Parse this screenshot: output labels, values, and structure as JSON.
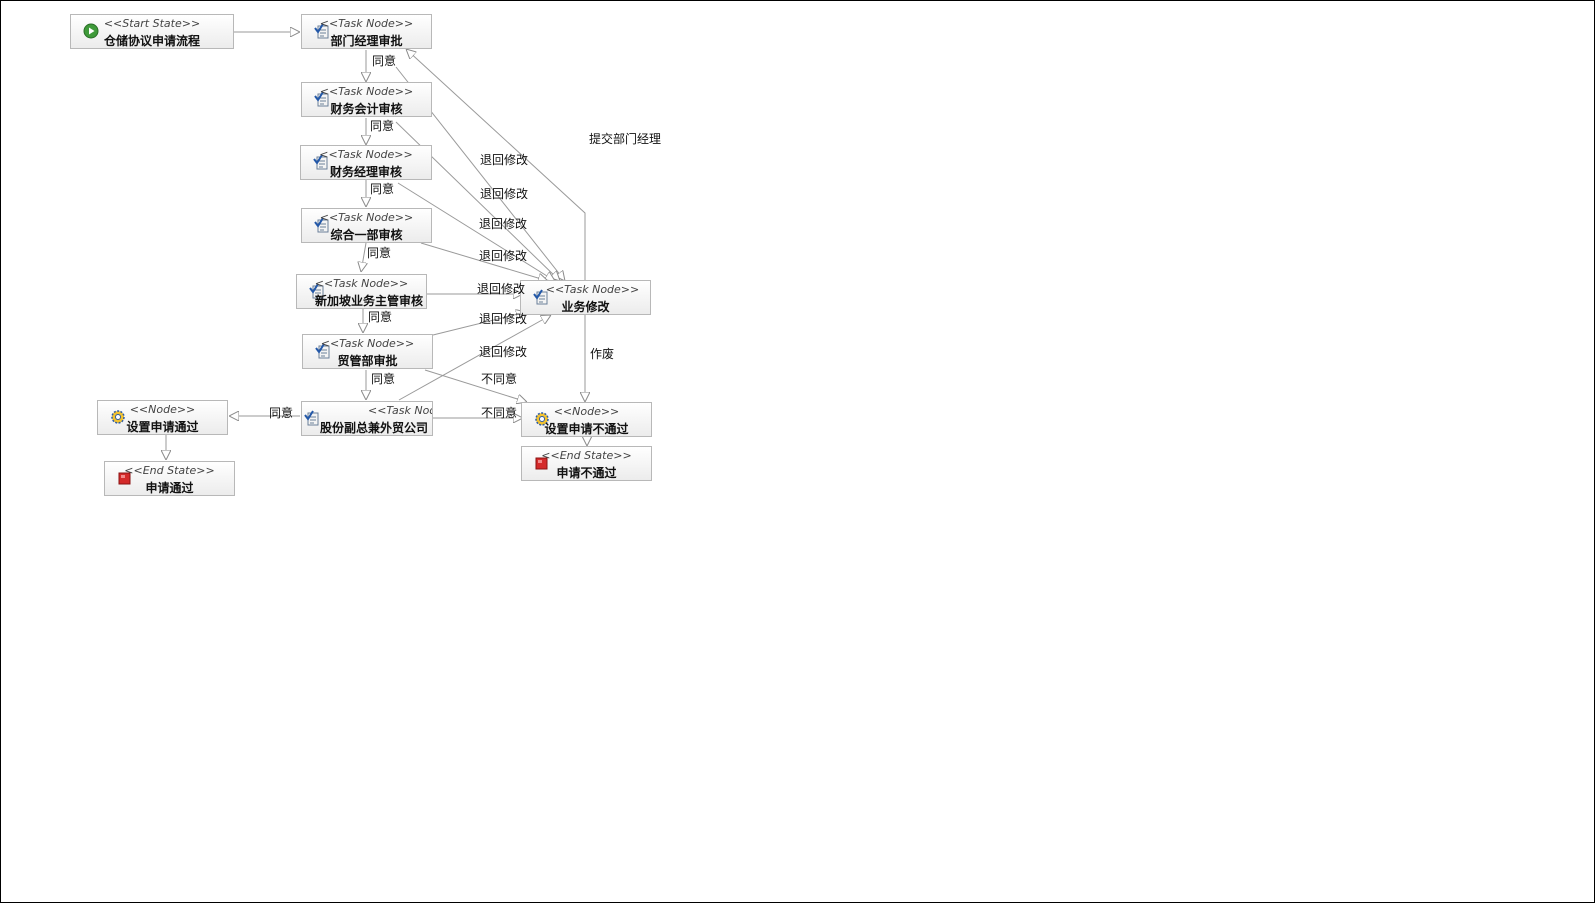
{
  "nodes": {
    "start": {
      "stereotype": "<<Start State>>",
      "name": "仓储协议申请流程"
    },
    "dept_mgr": {
      "stereotype": "<<Task Node>>",
      "name": "部门经理审批"
    },
    "fin_acc": {
      "stereotype": "<<Task Node>>",
      "name": "财务会计审核"
    },
    "fin_mgr": {
      "stereotype": "<<Task Node>>",
      "name": "财务经理审核"
    },
    "general1": {
      "stereotype": "<<Task Node>>",
      "name": "综合一部审核"
    },
    "sg_mgr": {
      "stereotype": "<<Task Node>>",
      "name": "新加坡业务主管审核"
    },
    "trade": {
      "stereotype": "<<Task Node>>",
      "name": "贸管部审批"
    },
    "vp": {
      "stereotype": "<<Task Node>>",
      "name": "股份副总兼外贸公司"
    },
    "biz_mod": {
      "stereotype": "<<Task Node>>",
      "name": "业务修改"
    },
    "set_pass": {
      "stereotype": "<<Node>>",
      "name": "设置申请通过"
    },
    "set_fail": {
      "stereotype": "<<Node>>",
      "name": "设置申请不通过"
    },
    "end_pass": {
      "stereotype": "<<End State>>",
      "name": "申请通过"
    },
    "end_fail": {
      "stereotype": "<<End State>>",
      "name": "申请不通过"
    }
  },
  "edge_labels": {
    "agree1": "同意",
    "agree2": "同意",
    "agree3": "同意",
    "agree4": "同意",
    "agree5": "同意",
    "agree6": "同意",
    "agree7": "同意",
    "return1": "退回修改",
    "return2": "退回修改",
    "return3": "退回修改",
    "return4": "退回修改",
    "return5": "退回修改",
    "return6": "退回修改",
    "return7": "退回修改",
    "submit": "提交部门经理",
    "void": "作废",
    "reject1": "不同意",
    "reject2": "不同意"
  }
}
